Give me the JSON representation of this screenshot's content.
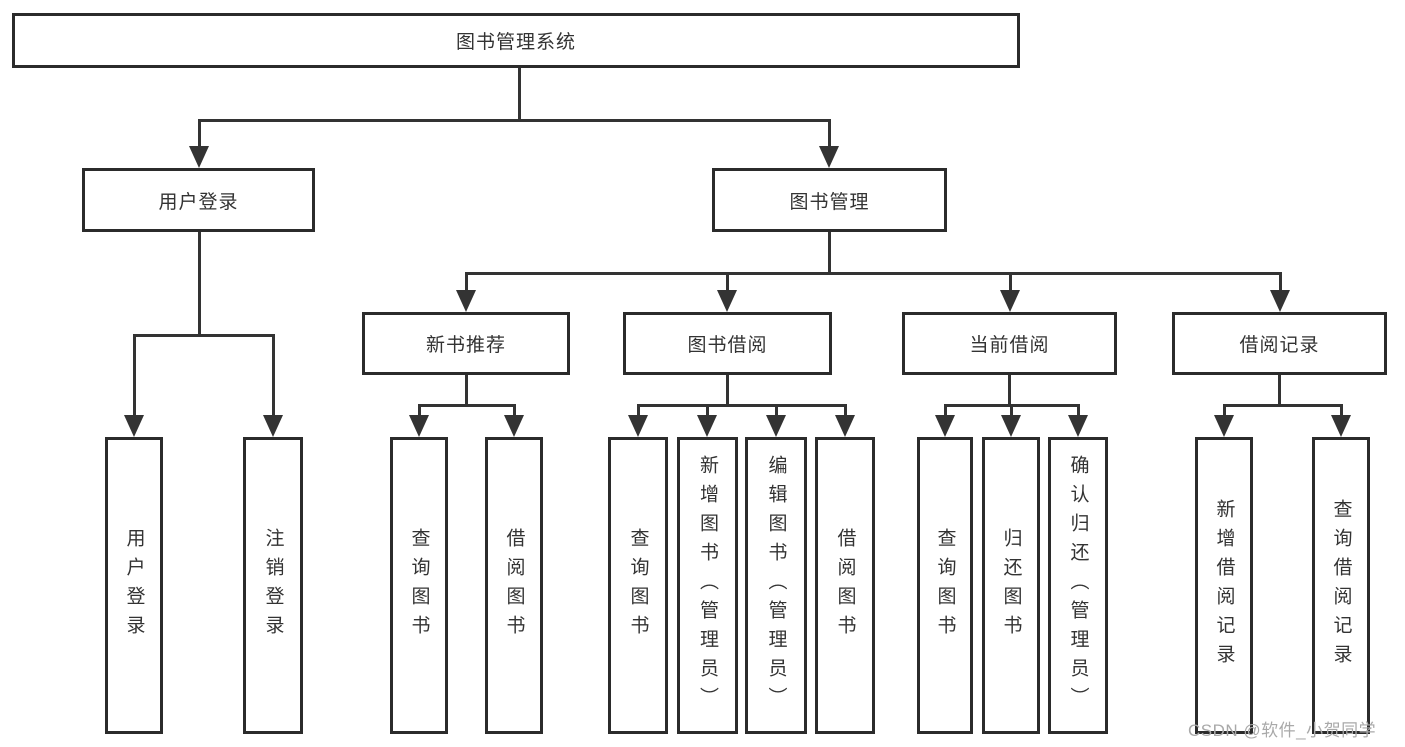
{
  "diagram": {
    "root": {
      "label": "图书管理系统"
    },
    "branches": {
      "user_login": {
        "label": "用户登录",
        "children": {
          "login": "用户登录",
          "logout": "注销登录"
        }
      },
      "book_mgmt": {
        "label": "图书管理",
        "sections": {
          "new_books": {
            "label": "新书推荐",
            "children": {
              "c1": "查询图书",
              "c2": "借阅图书"
            }
          },
          "book_borrow": {
            "label": "图书借阅",
            "children": {
              "c1": "查询图书",
              "c2": "新增图书（管理员）",
              "c3": "编辑图书（管理员）",
              "c4": "借阅图书"
            }
          },
          "current_borrow": {
            "label": "当前借阅",
            "children": {
              "c1": "查询图书",
              "c2": "归还图书",
              "c3": "确认归还（管理员）"
            }
          },
          "borrow_records": {
            "label": "借阅记录",
            "children": {
              "c1": "新增借阅记录",
              "c2": "查询借阅记录"
            }
          }
        }
      }
    },
    "watermark": "CSDN @软件_小贺同学",
    "colors": {
      "line": "#333333",
      "border": "#2b2b2b",
      "text": "#333333",
      "watermark": "#a9a9a9",
      "background": "#ffffff"
    }
  }
}
